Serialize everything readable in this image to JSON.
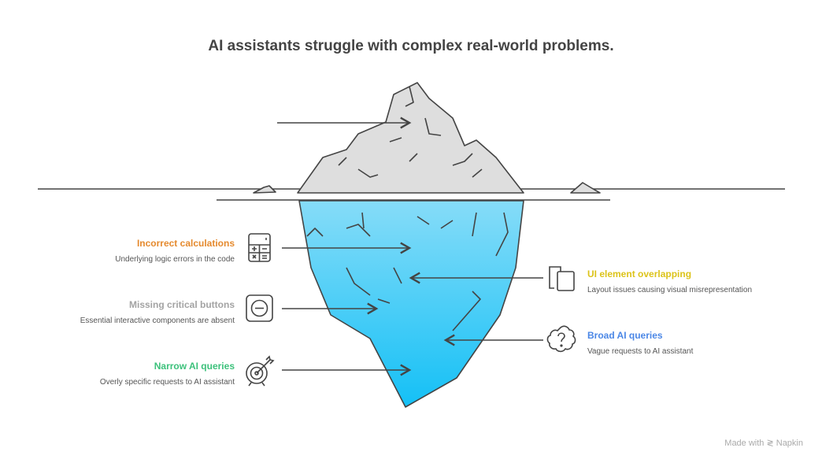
{
  "title": "AI assistants struggle with complex real-world problems.",
  "colors": {
    "water_top": "#86dcf8",
    "water_bottom": "#14c0f6",
    "ice": "#dedede",
    "stroke": "#444444"
  },
  "items_left": [
    {
      "heading": "Incorrect calculations",
      "desc": "Underlying logic errors in the code",
      "color": "#e58a2e",
      "icon": "calculator-icon"
    },
    {
      "heading": "Missing critical buttons",
      "desc": "Essential interactive components are absent",
      "color": "#a3a3a3",
      "icon": "minus-circle-icon"
    },
    {
      "heading": "Narrow AI queries",
      "desc": "Overly specific requests to AI assistant",
      "color": "#3cc17b",
      "icon": "target-icon"
    }
  ],
  "items_right": [
    {
      "heading": "UI element overlapping",
      "desc": "Layout issues causing visual misrepresentation",
      "color": "#dcc31a",
      "icon": "overlap-icon"
    },
    {
      "heading": "Broad AI queries",
      "desc": "Vague requests to AI assistant",
      "color": "#4b87e6",
      "icon": "question-cloud-icon"
    }
  ],
  "footer": "Made with ≷ Napkin"
}
